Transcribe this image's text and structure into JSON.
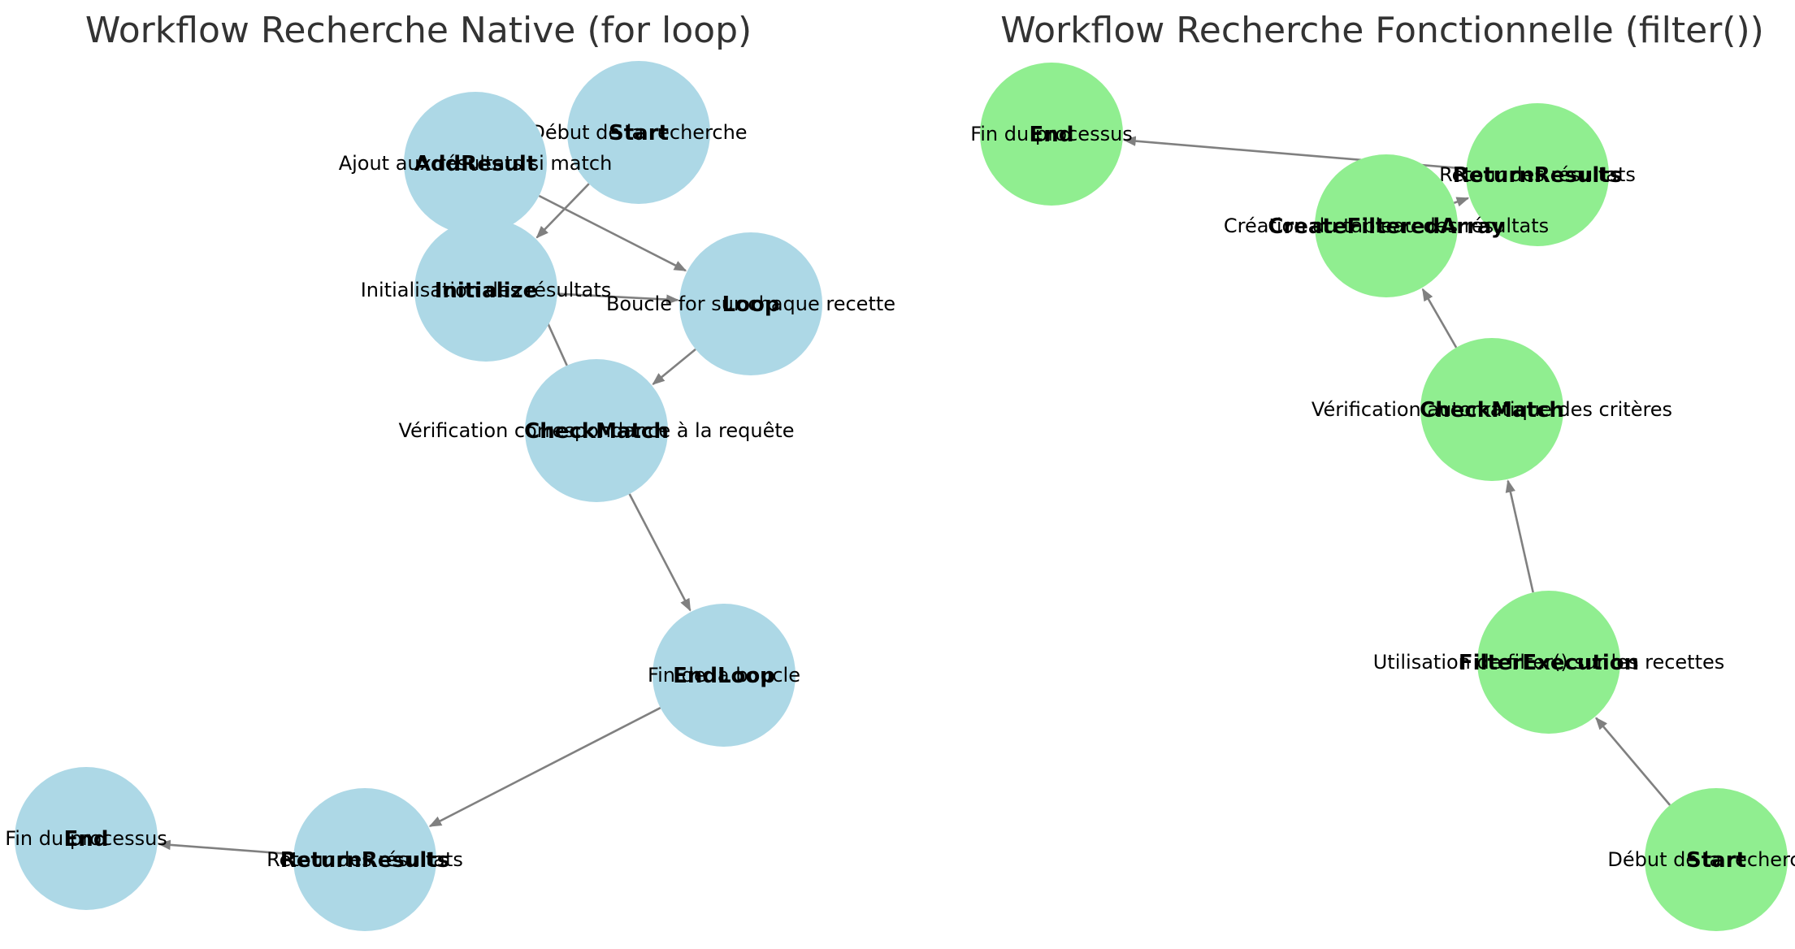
{
  "colors": {
    "native_node": "#add8e6",
    "functional_node": "#90ee90",
    "edge": "#808080",
    "title": "#333333",
    "text": "#000000"
  },
  "diagrams": [
    {
      "id": "native",
      "title": "Workflow Recherche Native (for loop)",
      "node_color": "#add8e6",
      "nodes": [
        {
          "id": "Start",
          "label": "Start",
          "description": "Début de la recherche"
        },
        {
          "id": "AddResult",
          "label": "AddResult",
          "description": "Ajout aux résultats si match"
        },
        {
          "id": "Initialize",
          "label": "Initialize",
          "description": "Initialisation des résultats"
        },
        {
          "id": "Loop",
          "label": "Loop",
          "description": "Boucle for sur chaque recette"
        },
        {
          "id": "CheckMatch",
          "label": "CheckMatch",
          "description": "Vérification correspondance à la requête"
        },
        {
          "id": "EndLoop",
          "label": "EndLoop",
          "description": "Fin de la boucle"
        },
        {
          "id": "ReturnResults",
          "label": "ReturnResults",
          "description": "Retour des résultats"
        },
        {
          "id": "End",
          "label": "End",
          "description": "Fin du processus"
        }
      ],
      "edges": [
        {
          "from": "Start",
          "to": "Initialize"
        },
        {
          "from": "Initialize",
          "to": "Loop"
        },
        {
          "from": "Loop",
          "to": "CheckMatch"
        },
        {
          "from": "CheckMatch",
          "to": "AddResult"
        },
        {
          "from": "AddResult",
          "to": "Loop"
        },
        {
          "from": "CheckMatch",
          "to": "EndLoop"
        },
        {
          "from": "EndLoop",
          "to": "ReturnResults"
        },
        {
          "from": "ReturnResults",
          "to": "End"
        }
      ]
    },
    {
      "id": "functional",
      "title": "Workflow Recherche Fonctionnelle (filter())",
      "node_color": "#90ee90",
      "nodes": [
        {
          "id": "End",
          "label": "End",
          "description": "Fin du processus"
        },
        {
          "id": "ReturnResults",
          "label": "ReturnResults",
          "description": "Retour des résultats"
        },
        {
          "id": "CreateFilteredArray",
          "label": "CreateFilteredArray",
          "description": "Création du tableau des résultats"
        },
        {
          "id": "CheckMatch",
          "label": "CheckMatch",
          "description": "Vérification automatique des critères"
        },
        {
          "id": "FilterExecution",
          "label": "FilterExecution",
          "description": "Utilisation de filter() sur les recettes"
        },
        {
          "id": "Start",
          "label": "Start",
          "description": "Début de la recherche"
        }
      ],
      "edges": [
        {
          "from": "Start",
          "to": "FilterExecution"
        },
        {
          "from": "FilterExecution",
          "to": "CheckMatch"
        },
        {
          "from": "CheckMatch",
          "to": "CreateFilteredArray"
        },
        {
          "from": "CreateFilteredArray",
          "to": "ReturnResults"
        },
        {
          "from": "ReturnResults",
          "to": "End"
        }
      ]
    }
  ]
}
